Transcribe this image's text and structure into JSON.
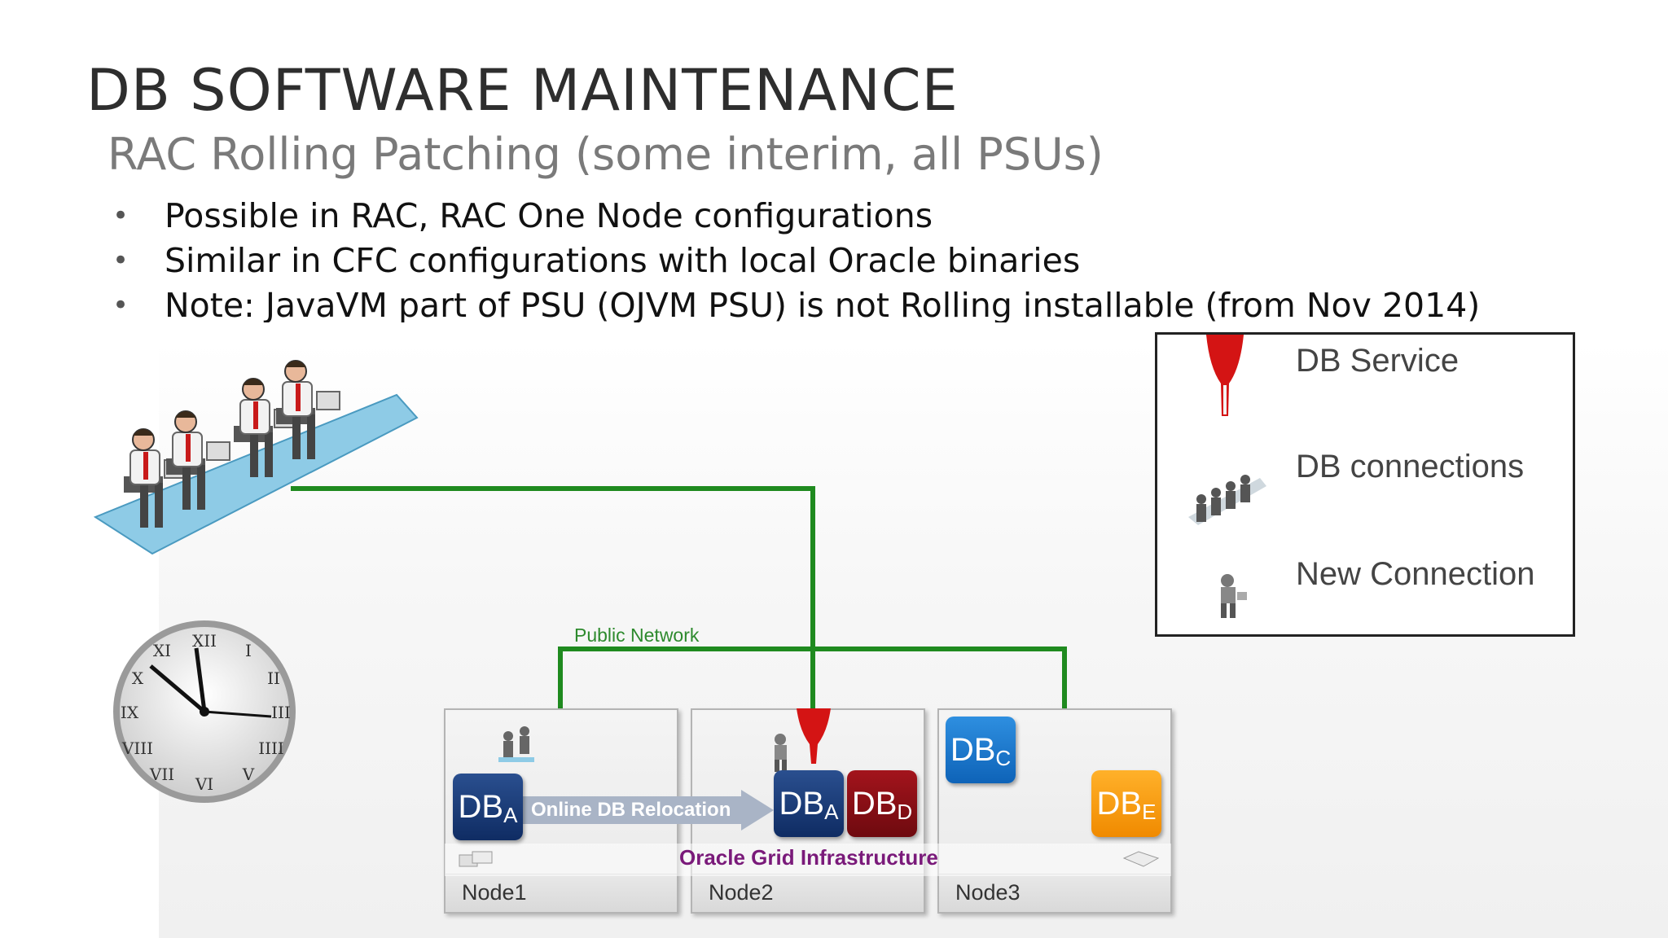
{
  "slide": {
    "title": "DB SOFTWARE MAINTENANCE",
    "subtitle": "RAC Rolling Patching (some interim, all PSUs)",
    "bullets": [
      "Possible in RAC, RAC One Node configurations",
      "Similar in CFC configurations with local Oracle binaries",
      "Note: JavaVM part of PSU (OJVM PSU) is not Rolling installable (from Nov 2014)"
    ]
  },
  "legend": {
    "service": "DB Service",
    "connections": "DB connections",
    "new_connection": "New Connection"
  },
  "diagram": {
    "network_label": "Public Network",
    "grid_label": "Oracle Grid Infrastructure",
    "relocation_label": "Online DB Relocation",
    "nodes": [
      "Node1",
      "Node2",
      "Node3"
    ],
    "db_prefix": "DB",
    "databases": {
      "a_src": "A",
      "a_dst": "A",
      "d": "D",
      "c": "C",
      "e": "E"
    }
  },
  "colors": {
    "network_line": "#1f8a1f",
    "db_a": "#14336b",
    "db_d": "#8b0f15",
    "db_c": "#1677cc",
    "db_e": "#f59a0e",
    "grid_label": "#7a1a7a",
    "service_marker": "#d41414"
  },
  "icons": [
    "users-group-icon",
    "clock-icon",
    "db-service-marker-icon",
    "new-connection-icon",
    "server-icon"
  ]
}
